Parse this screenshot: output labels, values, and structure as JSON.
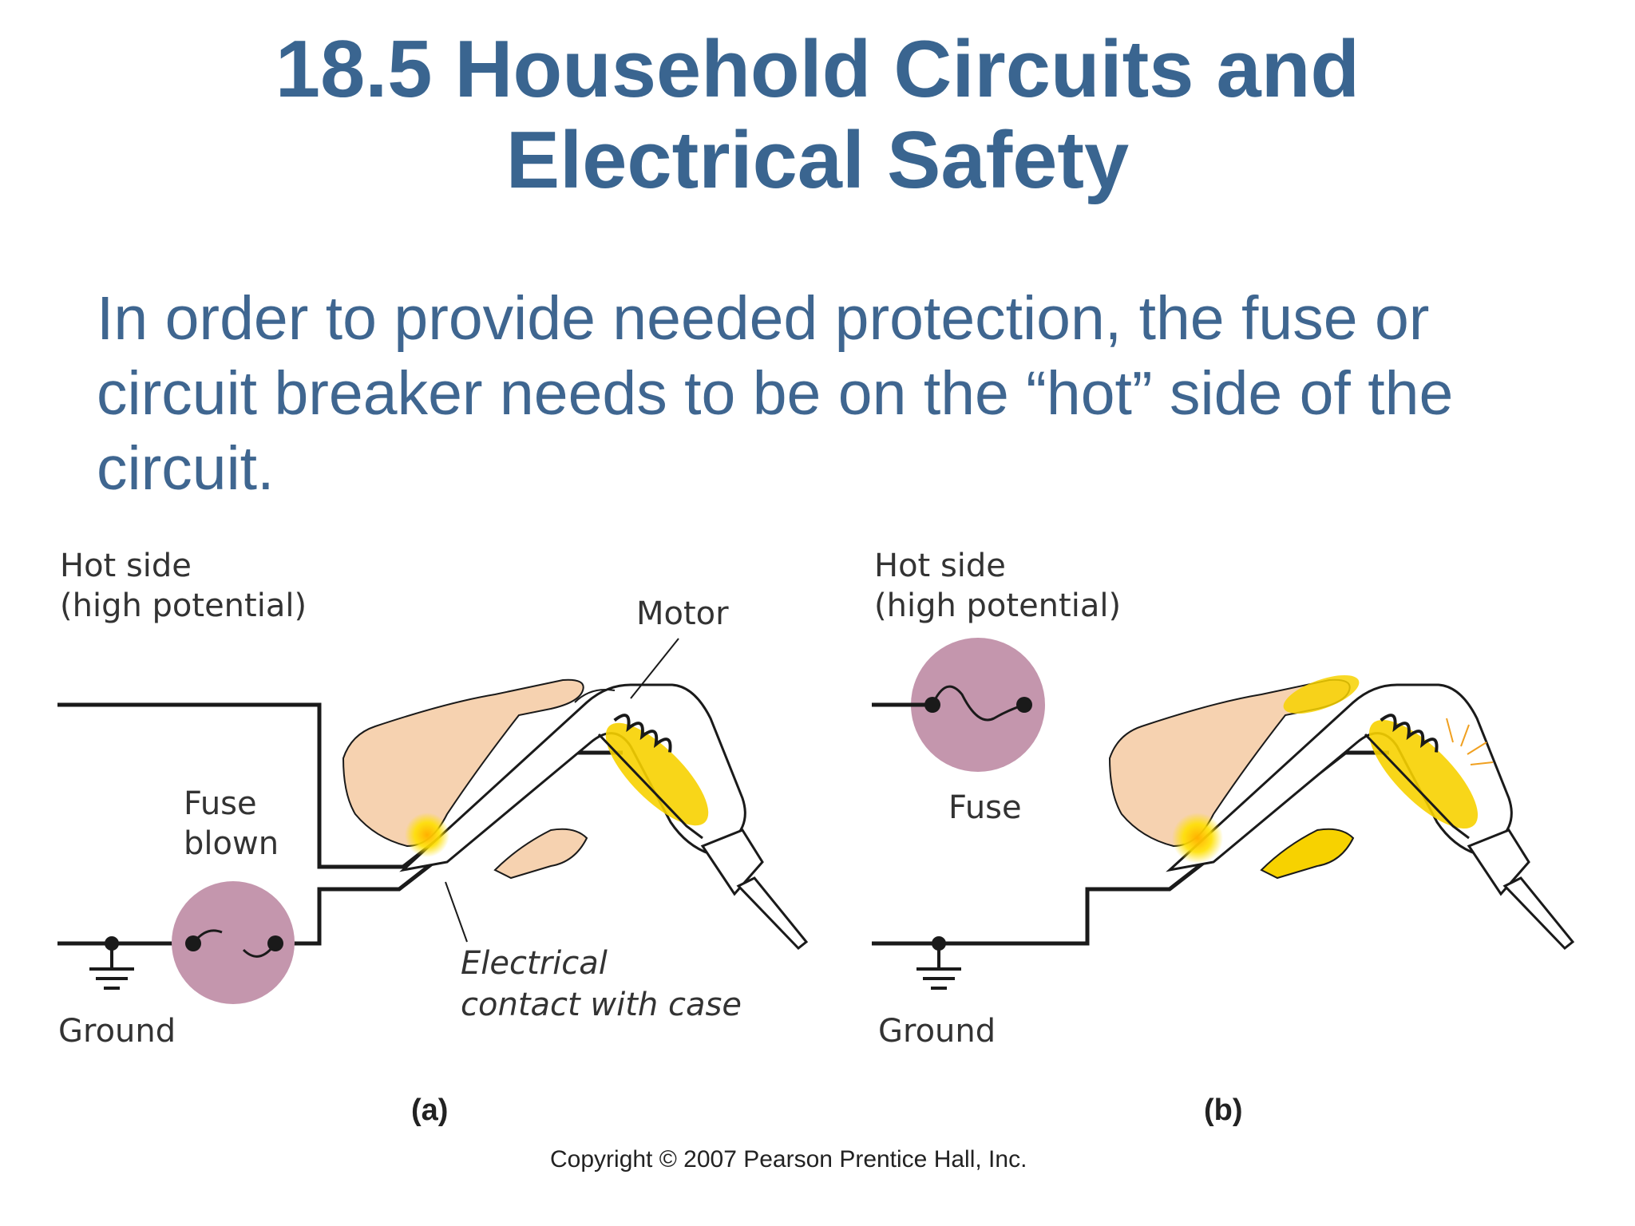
{
  "slide": {
    "title_line1": "18.5 Household Circuits and",
    "title_line2": "Electrical Safety",
    "body": "In order to provide needed protection, the fuse or circuit breaker needs to be on the “hot” side of the circuit."
  },
  "figure": {
    "panel_a": {
      "hot_label_line1": "Hot side",
      "hot_label_line2": "(high potential)",
      "motor_label": "Motor",
      "fuse_label_line1": "Fuse",
      "fuse_label_line2": "blown",
      "ground_label": "Ground",
      "contact_label_line1": "Electrical",
      "contact_label_line2": "contact with case",
      "caption": "(a)"
    },
    "panel_b": {
      "hot_label_line1": "Hot side",
      "hot_label_line2": "(high potential)",
      "fuse_label": "Fuse",
      "ground_label": "Ground",
      "caption": "(b)"
    },
    "copyright": "Copyright © 2007 Pearson Prentice Hall, Inc.",
    "colors": {
      "title": "#3a6590",
      "fuse_circle": "#c496ad",
      "hand_fill": "#f6d2b0",
      "glow": "#f7d200",
      "wire": "#1a1a1a"
    }
  }
}
